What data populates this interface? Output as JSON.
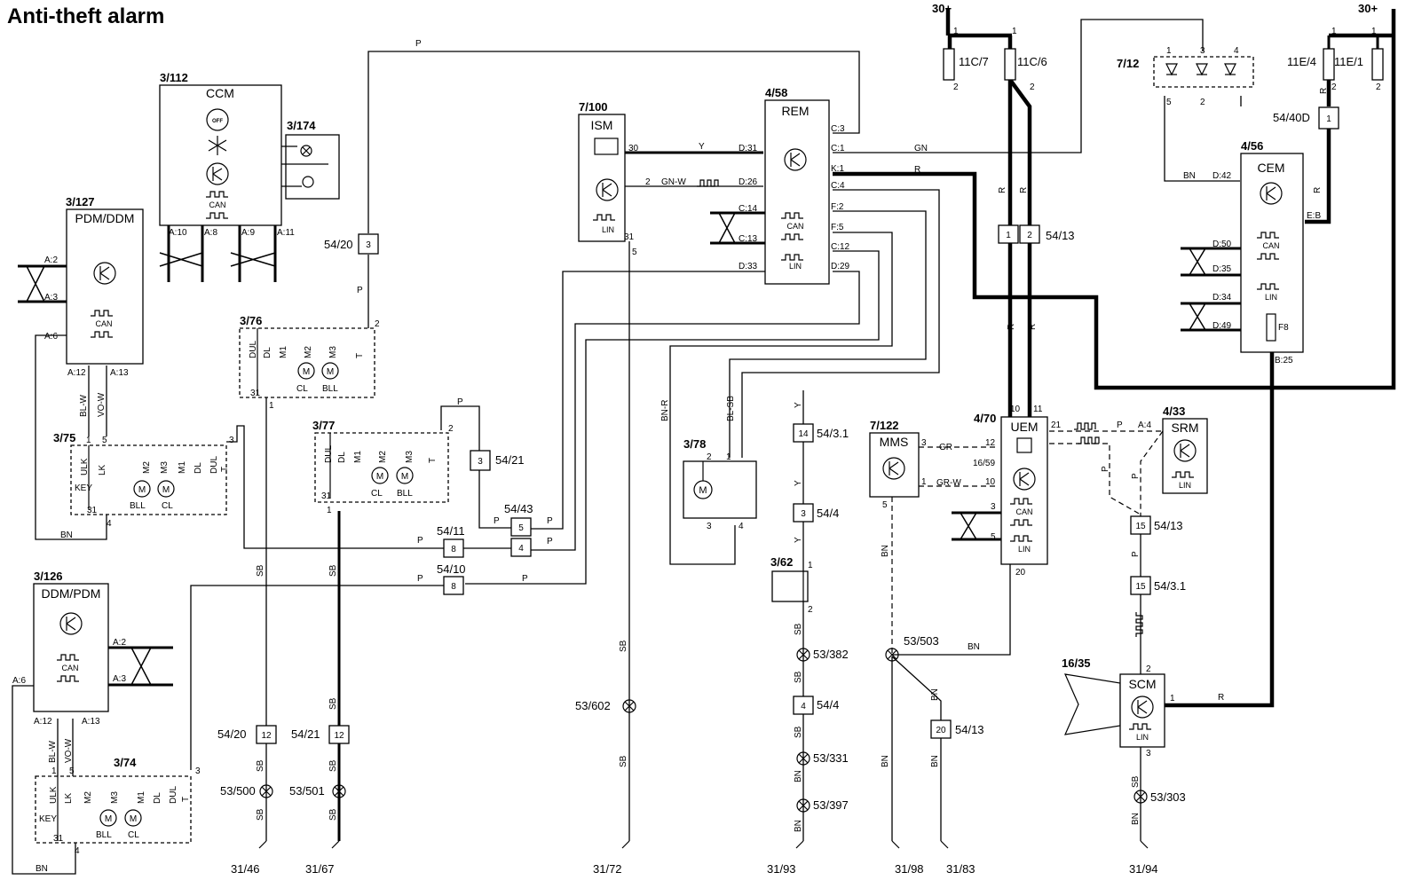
{
  "title": "Anti-theft alarm",
  "components": {
    "ccm": {
      "id": "3/112",
      "name": "CCM",
      "pins": [
        "A:10",
        "A:8",
        "A:9",
        "A:11"
      ],
      "can": "CAN"
    },
    "c3174": {
      "id": "3/174"
    },
    "pdm": {
      "id": "3/127",
      "name": "PDM/DDM",
      "pins": [
        "A:2",
        "A:3",
        "A:6",
        "A:12",
        "A:13"
      ],
      "can": "CAN"
    },
    "ism": {
      "id": "7/100",
      "name": "ISM",
      "pins": [
        "30",
        "2",
        "31"
      ],
      "lin": "LIN"
    },
    "rem": {
      "id": "4/58",
      "name": "REM",
      "pins": [
        "C:3",
        "C:1",
        "K:1",
        "C:4",
        "F:2",
        "F:5",
        "C:12",
        "D:29",
        "D:31",
        "D:26",
        "C:14",
        "C:13",
        "D:33"
      ],
      "can": "CAN",
      "lin": "LIN"
    },
    "c376": {
      "id": "3/76",
      "labels": [
        "DUL",
        "DL",
        "M1",
        "M2",
        "M3",
        "T"
      ],
      "motors": [
        "CL",
        "BLL"
      ],
      "pins": [
        "2",
        "31",
        "1"
      ]
    },
    "c377": {
      "id": "3/77",
      "labels": [
        "DUL",
        "DL",
        "M1",
        "M2",
        "M3",
        "T"
      ],
      "motors": [
        "CL",
        "BLL"
      ],
      "pins": [
        "2",
        "31",
        "1"
      ]
    },
    "c375": {
      "id": "3/75",
      "labels": [
        "ULK",
        "LK",
        "M2",
        "M3",
        "M1",
        "DL",
        "DUL",
        "T"
      ],
      "motors": [
        "BLL",
        "CL"
      ],
      "key": "KEY",
      "pins": [
        "1",
        "5",
        "3",
        "31",
        "4"
      ]
    },
    "c374": {
      "id": "3/74",
      "labels": [
        "ULK",
        "LK",
        "M2",
        "M3",
        "M1",
        "DL",
        "DUL",
        "T"
      ],
      "motors": [
        "BLL",
        "CL"
      ],
      "key": "KEY",
      "pins": [
        "1",
        "5",
        "3",
        "31",
        "4"
      ]
    },
    "ddm": {
      "id": "3/126",
      "name": "DDM/PDM",
      "pins": [
        "A:2",
        "A:3",
        "A:6",
        "A:12",
        "A:13"
      ],
      "can": "CAN"
    },
    "c378": {
      "id": "3/78",
      "pins": [
        "2",
        "1",
        "3",
        "4"
      ]
    },
    "c362": {
      "id": "3/62",
      "pins": [
        "1",
        "2"
      ]
    },
    "mms": {
      "id": "7/122",
      "name": "MMS",
      "pins": [
        "3",
        "1",
        "5"
      ]
    },
    "uem": {
      "id": "4/70",
      "name": "UEM",
      "pins": [
        "10",
        "11",
        "21",
        "12",
        "10",
        "3",
        "5",
        "20"
      ],
      "sub": "16/59",
      "can": "CAN",
      "lin": "LIN"
    },
    "srm": {
      "id": "4/33",
      "name": "SRM",
      "pin": "A:4",
      "lin": "LIN"
    },
    "scm": {
      "id": "16/35",
      "name": "SCM",
      "pins": [
        "2",
        "1",
        "3"
      ],
      "lin": "LIN"
    },
    "cem": {
      "id": "4/56",
      "name": "CEM",
      "pins": [
        "D:42",
        "E:B",
        "D:50",
        "D:35",
        "D:34",
        "D:49",
        "B:25"
      ],
      "can": "CAN",
      "lin": "LIN",
      "fuse": "F8"
    },
    "c712": {
      "id": "7/12",
      "pins": [
        "1",
        "3",
        "4",
        "5",
        "2"
      ]
    }
  },
  "fuses": {
    "f11c7": {
      "name": "11C/7",
      "pins": [
        "1",
        "2"
      ]
    },
    "f11c6": {
      "name": "11C/6",
      "pins": [
        "1",
        "2"
      ]
    },
    "f11e4": {
      "name": "11E/4",
      "pins": [
        "1",
        "2"
      ]
    },
    "f11e1": {
      "name": "11E/1",
      "pins": [
        "1",
        "2"
      ]
    },
    "supply_left": "30+",
    "supply_right": "30+"
  },
  "connectors": {
    "k54_20a": {
      "label": "54/20",
      "pin": "3"
    },
    "k54_21a": {
      "label": "54/21",
      "pin": "3"
    },
    "k54_43": {
      "label": "54/43",
      "pins": [
        "5",
        "4"
      ]
    },
    "k54_11": {
      "label": "54/11",
      "pin": "8"
    },
    "k54_10": {
      "label": "54/10",
      "pin": "8"
    },
    "k54_20b": {
      "label": "54/20",
      "pin": "12"
    },
    "k54_21b": {
      "label": "54/21",
      "pin": "12"
    },
    "k54_3_1a": {
      "label": "54/3.1",
      "pin": "14"
    },
    "k54_4a": {
      "label": "54/4",
      "pin": "3"
    },
    "k54_4b": {
      "label": "54/4",
      "pin": "4"
    },
    "k54_13a": {
      "label": "54/13",
      "pins": [
        "1",
        "2"
      ]
    },
    "k54_13b": {
      "label": "54/13",
      "pin": "15"
    },
    "k54_3_1b": {
      "label": "54/3.1",
      "pin": "15"
    },
    "k54_13c": {
      "label": "54/13",
      "pin": "20"
    },
    "k54_40d": {
      "label": "54/40D",
      "pin": "1"
    }
  },
  "splices": [
    "53/500",
    "53/501",
    "53/602",
    "53/382",
    "53/331",
    "53/397",
    "53/503",
    "53/303"
  ],
  "grounds": [
    "31/46",
    "31/67",
    "31/72",
    "31/93",
    "31/98",
    "31/83",
    "31/94"
  ],
  "wire_colors": [
    "P",
    "Y",
    "GN-W",
    "GN",
    "R",
    "SB",
    "BN",
    "BL-W",
    "VO-W",
    "BN-R",
    "BL-SB",
    "GR",
    "GR-W"
  ]
}
